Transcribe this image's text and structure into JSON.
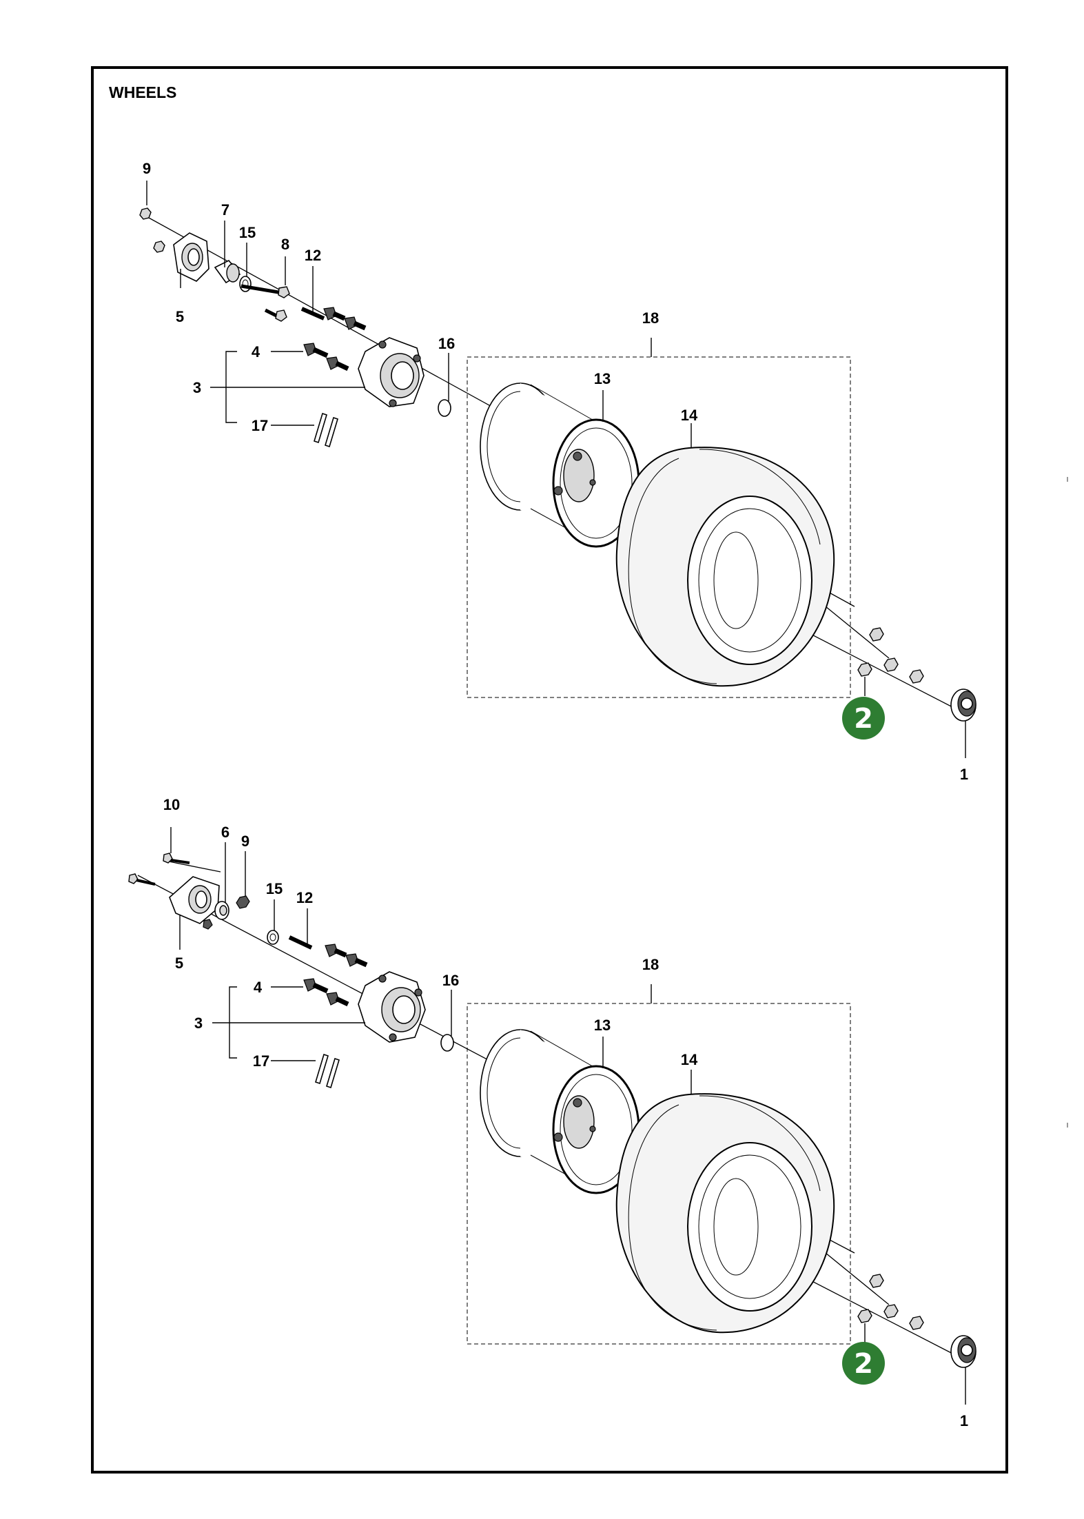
{
  "title": "WHEELS",
  "badge": {
    "label": "2",
    "color": "#2e7d32"
  },
  "assemblies": [
    {
      "name": "upper",
      "callouts": [
        "9",
        "7",
        "15",
        "8",
        "12",
        "5",
        "18",
        "4",
        "16",
        "3",
        "13",
        "17",
        "14",
        "1"
      ]
    },
    {
      "name": "lower",
      "callouts": [
        "10",
        "6",
        "9",
        "15",
        "12",
        "5",
        "18",
        "4",
        "16",
        "3",
        "13",
        "17",
        "14",
        "1"
      ]
    }
  ]
}
